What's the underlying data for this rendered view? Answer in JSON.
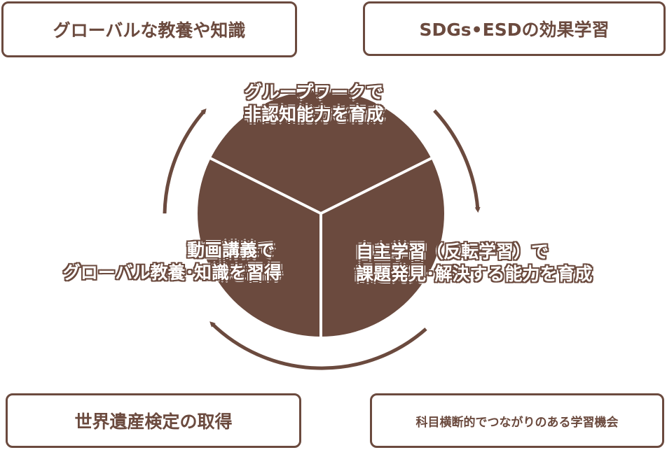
{
  "boxes": {
    "top_left": "グローバルな教養や知識",
    "top_right": "SDGs•ESDの効果学習",
    "bottom_left": "世界遺産検定の取得",
    "bottom_right": "科目横断的でつながりのある学習機会"
  },
  "segments": {
    "top": {
      "line1": "グループワークで",
      "line2": "非認知能力を育成"
    },
    "left": {
      "line1": "動画講義で",
      "line2": "グローバル教養･知識を習得"
    },
    "right": {
      "line1": "自主学習（反転学習）で",
      "line2": "課題発見･解決する能力を育成"
    }
  },
  "colors": {
    "brown": "#6b4a3e",
    "white": "#ffffff"
  }
}
